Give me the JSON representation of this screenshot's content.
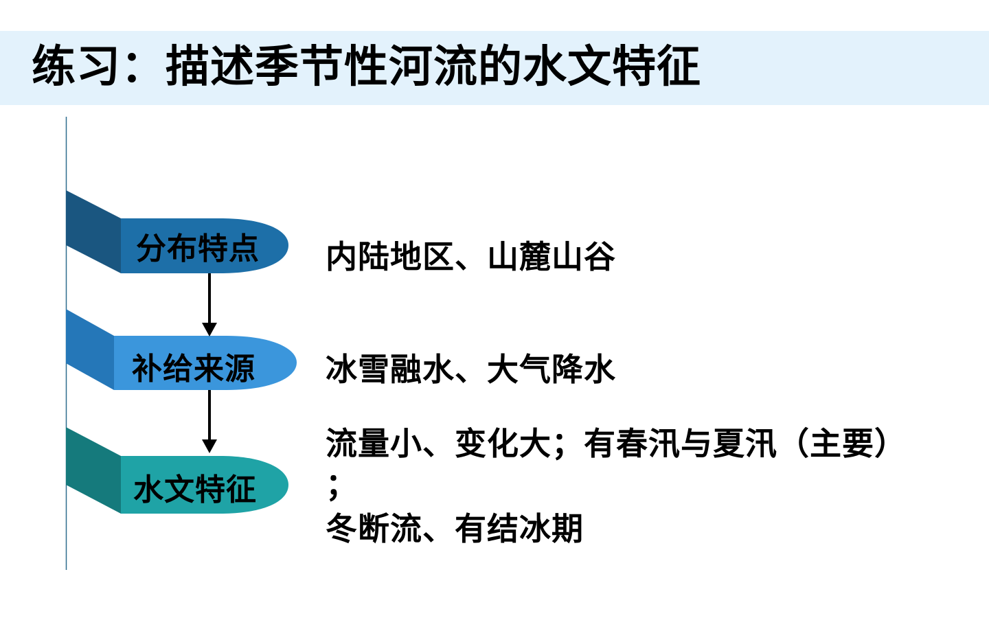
{
  "title": "练习：描述季节性河流的水文特征",
  "steps": [
    {
      "label": "分布特点",
      "color": "#1d6fa8",
      "ribbon_color": "#1a5680",
      "desc": [
        "内陆地区、山麓山谷"
      ]
    },
    {
      "label": "补给来源",
      "color": "#3b96dc",
      "ribbon_color": "#2577b8",
      "desc": [
        "冰雪融水、大气降水"
      ]
    },
    {
      "label": "水文特征",
      "color": "#1fa3a6",
      "ribbon_color": "#157a7c",
      "desc": [
        "流量小、变化大；有春汛与夏汛（主要）",
        "；",
        "冬断流、有结冰期"
      ]
    }
  ],
  "colors": {
    "title_band": "#e3f2fc",
    "timeline": "#2e6d8e",
    "arrow": "#000000"
  }
}
